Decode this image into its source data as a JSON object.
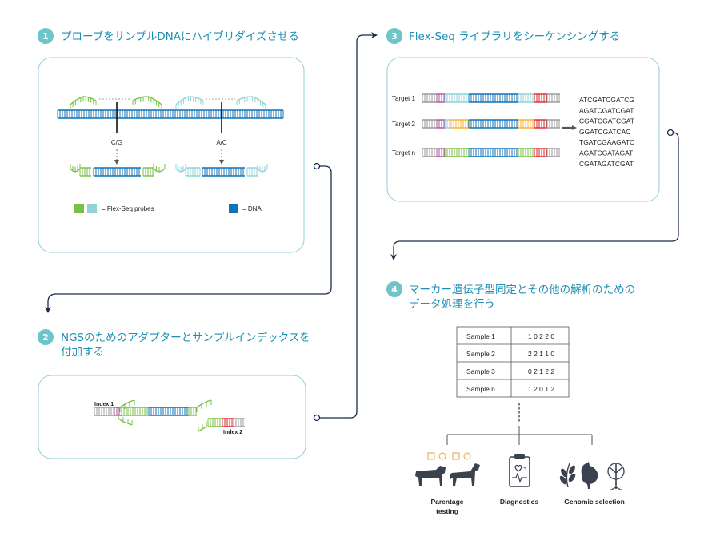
{
  "colors": {
    "accent": "#1d8fb5",
    "circle": "#6ec5c9",
    "box_border": "#8fd0d6",
    "dna": "#1173b7",
    "probe_green": "#7ac143",
    "probe_teal": "#8fd3d8",
    "icon_dark": "#3a4250",
    "connector": "#1a2a4a"
  },
  "steps": [
    {
      "num": "1",
      "title": "プローブをサンプルDNAにハイブリダイズさせる"
    },
    {
      "num": "2",
      "title_line1": "NGSのためのアダプターとサンプルインデックスを",
      "title_line2": "付加する"
    },
    {
      "num": "3",
      "title": "Flex-Seq ライブラリをシーケンシングする"
    },
    {
      "num": "4",
      "title_line1": "マーカー遺伝子型同定とその他の解析のための",
      "title_line2": "データ処理を行う"
    }
  ],
  "panel1": {
    "snp_left": "C/G",
    "snp_right": "A/C",
    "legend_probes": "= Flex-Seq probes",
    "legend_dna": "= DNA"
  },
  "panel2": {
    "index1": "Index 1",
    "index2": "Index 2"
  },
  "panel3": {
    "targets": [
      "Target 1",
      "Target 2",
      "Target n"
    ],
    "sequences": [
      "ATCGATCGATCG",
      "AGATCGATCGAT",
      "CGATCGATCGAT",
      "GGATCGATCAC",
      "TGATCGAAGATC",
      "AGATCGATAGAT",
      "CGATAGATCGAT"
    ]
  },
  "panel4": {
    "rows": [
      {
        "sample": "Sample 1",
        "values": "1 0 2 2 0"
      },
      {
        "sample": "Sample 2",
        "values": "2 2 1 1 0"
      },
      {
        "sample": "Sample 3",
        "values": "0 2 1 2 2"
      },
      {
        "sample": "Sample n",
        "values": "1 2 0 1 2"
      }
    ],
    "apps": [
      {
        "line1": "Parentage",
        "line2": "testing",
        "icon": "cow-horse-icon"
      },
      {
        "line1": "Diagnostics",
        "line2": "",
        "icon": "clipboard-icon"
      },
      {
        "line1": "Genomic selection",
        "line2": "",
        "icon": "plant-chicken-tree-icon"
      }
    ]
  }
}
